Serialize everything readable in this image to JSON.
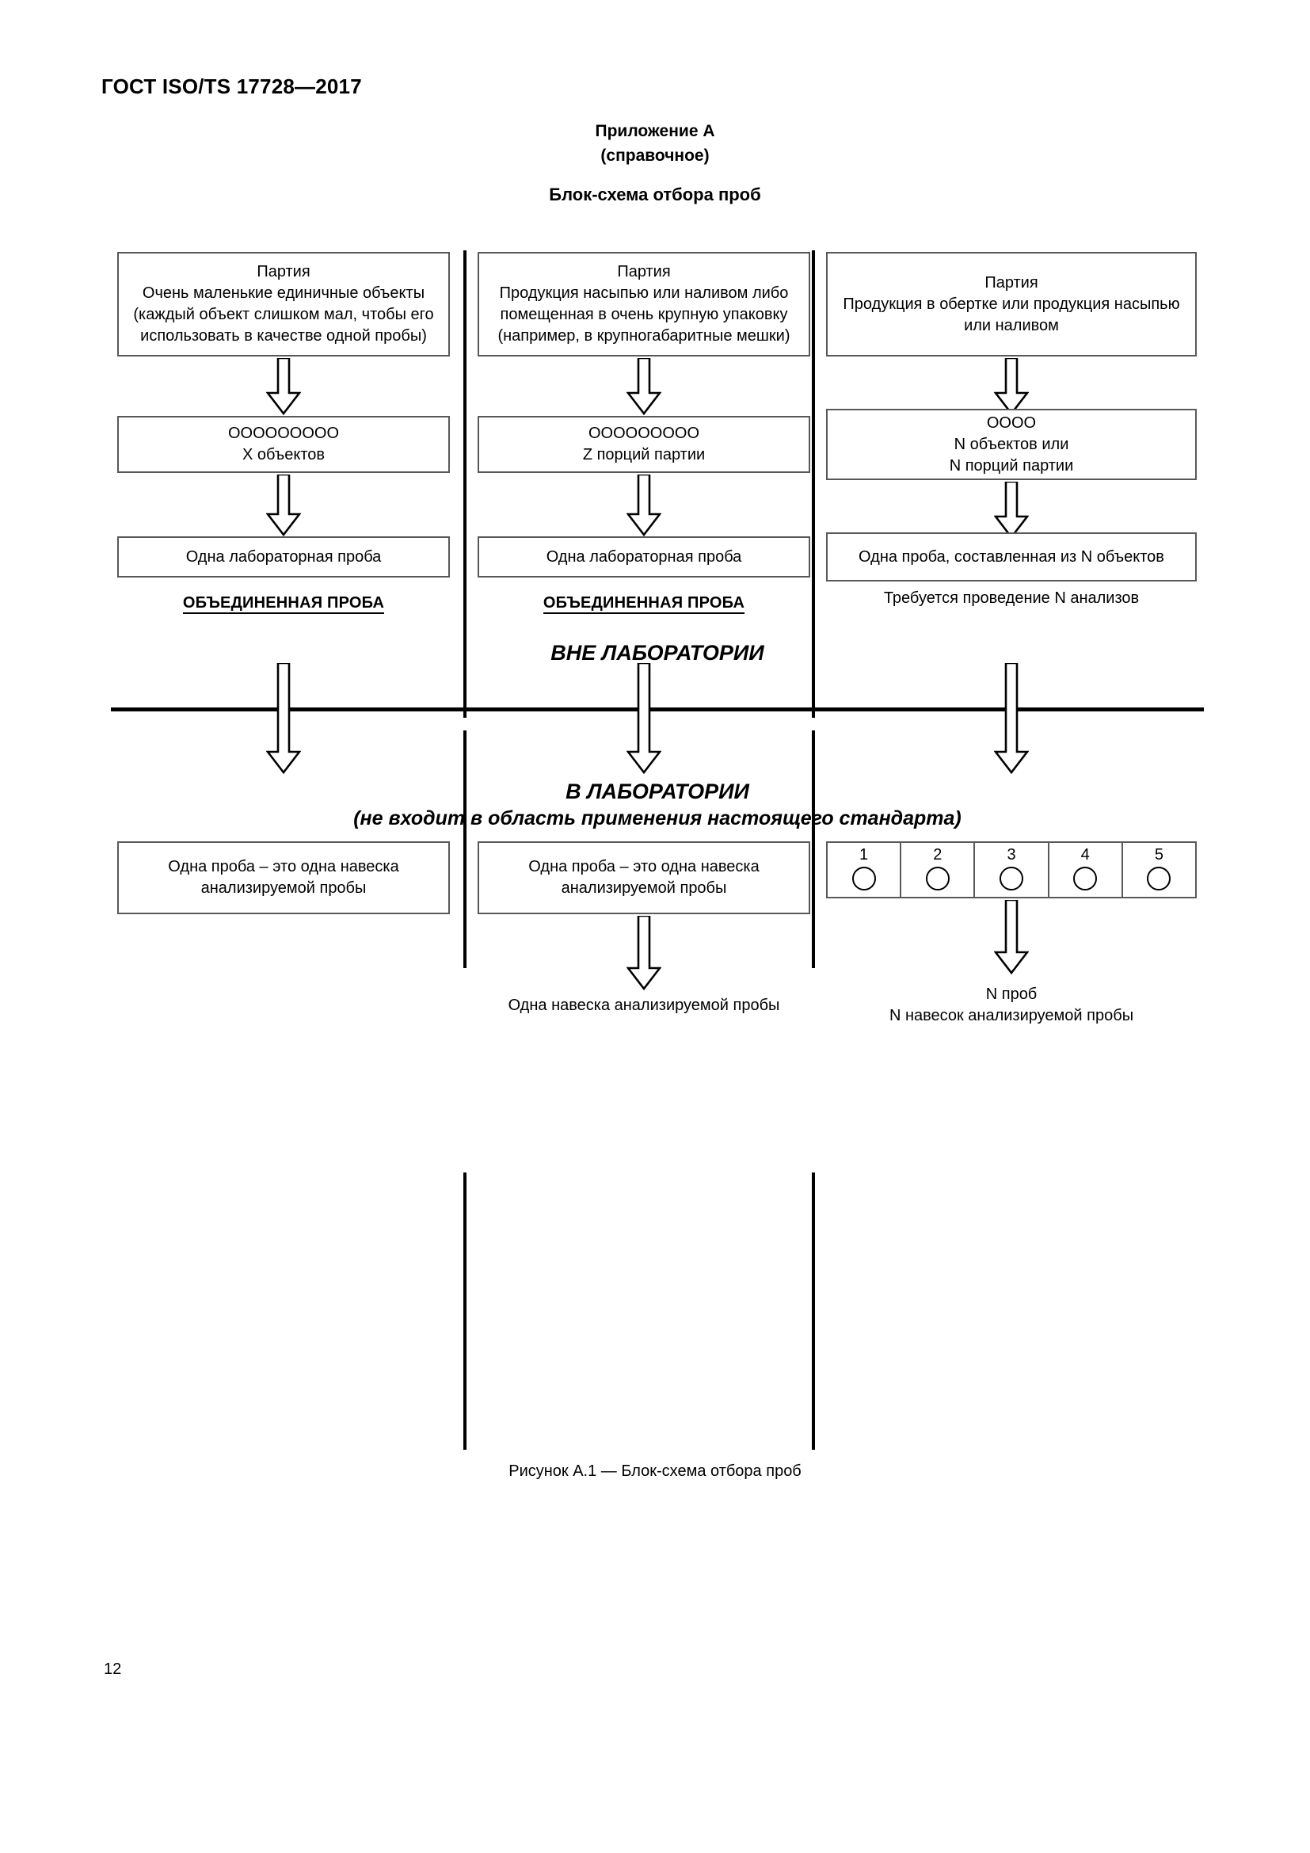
{
  "document": {
    "header": "ГОСТ ISO/TS 17728—2017",
    "page_number": "12"
  },
  "annex": {
    "title": "Приложение А",
    "subtitle": "(справочное)",
    "heading": "Блок-схема отбора проб"
  },
  "figure": {
    "caption": "Рисунок А.1 — Блок-схема отбора проб"
  },
  "dividers": {
    "outside_lab": "ВНЕ ЛАБОРАТОРИИ",
    "in_lab": "В ЛАБОРАТОРИИ",
    "in_lab_note": "(не входит в область применения настоящего стандарта)"
  },
  "columns": [
    {
      "id": "column-1",
      "lot_label": "Партия",
      "lot_description": "Очень маленькие единичные объекты (каждый объект слишком мал, чтобы его использовать в качестве одной пробы)",
      "units_symbols": "OOOOOOOOO",
      "units_caption": "X объектов",
      "lab_sample": "Одна лабораторная проба",
      "combined_sample": "ОБЪЕДИНЕННАЯ ПРОБА",
      "in_lab_box": "Одна проба – это одна навеска анализируемой пробы"
    },
    {
      "id": "column-2",
      "lot_label": "Партия",
      "lot_description": "Продукция насыпью или наливом  либо помещенная в очень крупную упаковку (например, в крупногабаритные мешки)",
      "units_symbols": "OOOOOOOOO",
      "units_caption": "Z порций партии",
      "lab_sample": "Одна лабораторная проба",
      "combined_sample": "ОБЪЕДИНЕННАЯ ПРОБА",
      "in_lab_box": "Одна проба – это одна навеска анализируемой пробы",
      "in_lab_result": "Одна навеска анализируемой пробы"
    },
    {
      "id": "column-3",
      "lot_label": "Партия",
      "lot_description": "Продукция в обертке или продукция насыпью или наливом",
      "units_symbols": "OOOO",
      "units_caption_line1": "N объектов или",
      "units_caption_line2": "N порций партии",
      "lab_sample": "Одна проба, составленная из N объектов",
      "analyses_note": "Требуется проведение N анализов",
      "numbered_cells": [
        "1",
        "2",
        "3",
        "4",
        "5"
      ],
      "in_lab_result_line1": "N проб",
      "in_lab_result_line2": "N навесок анализируемой пробы"
    }
  ],
  "colors": {
    "text": "#000000",
    "box_border": "#58585a",
    "divider": "#000000",
    "background": "#ffffff"
  },
  "icons": {
    "down_arrow": "hollow-down-arrow",
    "circle": "hollow-circle"
  }
}
